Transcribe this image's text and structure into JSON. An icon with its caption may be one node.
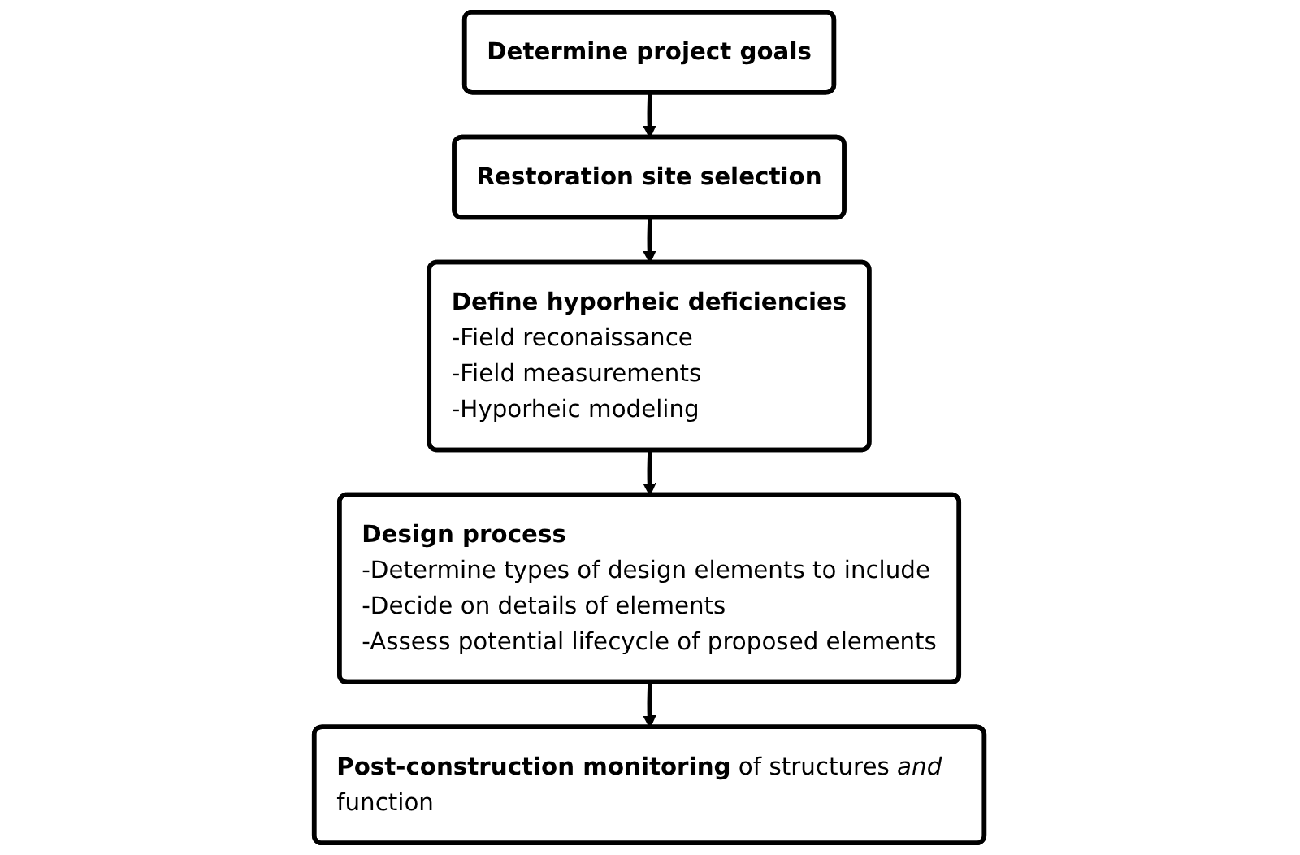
{
  "diagram": {
    "nodes": [
      {
        "text": [
          "Determine project goals"
        ]
      },
      {
        "text": [
          "Restoration site selection"
        ]
      },
      {
        "text": [
          "Define hyporheic deficiencies",
          "-Field reconaissance",
          "-Field measurements",
          "-Hyporheic modeling"
        ]
      },
      {
        "text": [
          "Design process",
          "-Determine types of design elements to include",
          "-Decide on details of elements",
          "-Assess potential lifecycle of proposed elements"
        ]
      },
      {
        "text": [
          "**Post-construction monitoring** of structures *and* function"
        ]
      }
    ],
    "edges": [
      {
        "from": 0,
        "to": 1,
        "arrow": "to"
      },
      {
        "from": 1,
        "to": 2,
        "arrow": "to"
      },
      {
        "from": 2,
        "to": 3,
        "arrow": "to"
      },
      {
        "from": 3,
        "to": 4,
        "arrow": "to"
      }
    ]
  }
}
